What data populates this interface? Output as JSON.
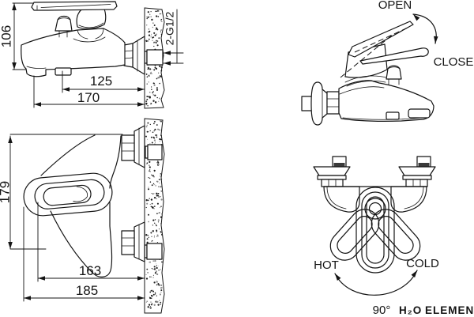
{
  "side_view": {
    "dim_height": "106",
    "dim_spout_center": "125",
    "dim_depth": "170",
    "thread_label": "2-G1/2"
  },
  "front_view": {
    "dim_height": "179",
    "dim_inner": "163",
    "dim_width": "185"
  },
  "operation_view": {
    "open_label": "OPEN",
    "close_label": "CLOSE"
  },
  "rotation_view": {
    "hot_label": "HOT",
    "cold_label": "COLD",
    "angle_label": "90°"
  },
  "watermark": {
    "brand_h2o": "H₂O",
    "brand_element": "ELEMENT"
  },
  "colors": {
    "line": "#141414",
    "watermark_blue": "#c6ddeb",
    "watermark_gray": "#dce3e7",
    "background": "#ffffff"
  }
}
